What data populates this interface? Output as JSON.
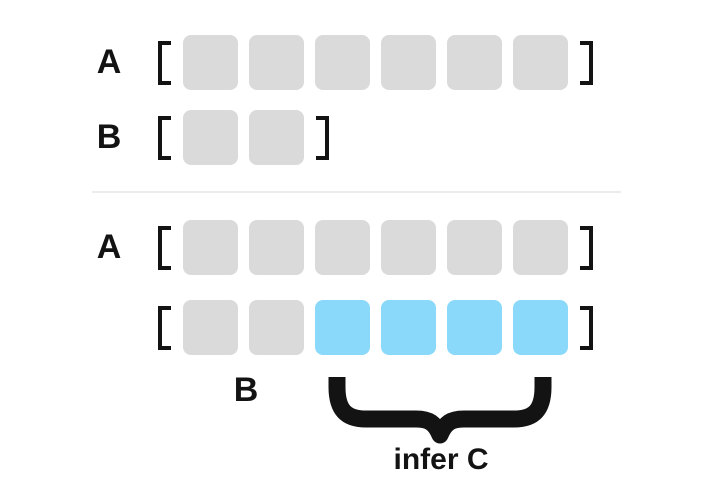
{
  "diagram": {
    "labels": {
      "row_a_top": "A",
      "row_b_top": "B",
      "row_a_bottom": "A",
      "b_annotation": "B",
      "brace_annotation": "infer C"
    },
    "arrays": {
      "a_top": [
        "gray",
        "gray",
        "gray",
        "gray",
        "gray",
        "gray"
      ],
      "b_top": [
        "gray",
        "gray"
      ],
      "a_bottom": [
        "gray",
        "gray",
        "gray",
        "gray",
        "gray",
        "gray"
      ],
      "c_bottom": [
        "gray",
        "gray",
        "blue",
        "blue",
        "blue",
        "blue"
      ]
    },
    "colors": {
      "background": "#FFFFFF",
      "gray_cell": "#DADADA",
      "blue_cell": "#8AD9FA",
      "ink": "#131313",
      "divider": "#ECECEC"
    }
  }
}
